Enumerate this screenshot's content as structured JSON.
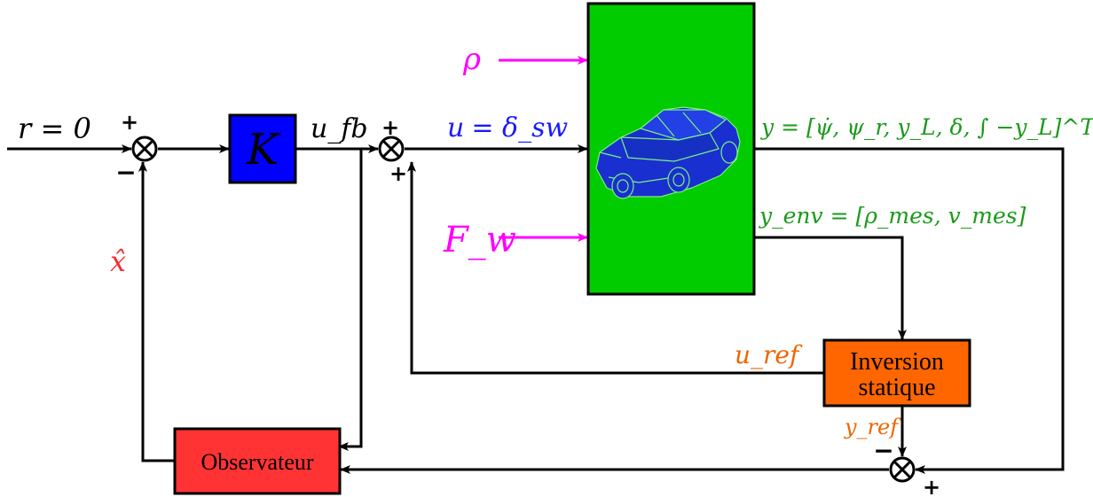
{
  "labels": {
    "reference": "r = 0",
    "controller_gain": "K",
    "feedback_control": "u_fb",
    "control_input_u": "u",
    "control_input_rhs": "= δ_sw",
    "disturbance_rho": "ρ",
    "disturbance_wind": "F_w",
    "measured_output": "y = [ψ̇, ψ_r, y_L, δ, ∫ −y_L]^T",
    "environment_output": "y_env = [ρ_mes, v_mes]",
    "feedforward_control": "u_ref",
    "reference_output": "y_ref",
    "state_estimate": "x̂",
    "observer": "Observateur",
    "inversion_line1": "Inversion",
    "inversion_line2": "statique"
  },
  "signs": {
    "sum1_top": "+",
    "sum1_bottom": "−",
    "sum2_top": "+",
    "sum2_bottom": "+",
    "sum3_top": "−",
    "sum3_bottom": "+"
  },
  "colors": {
    "line": "#000000",
    "controller_fill": "#0000ff",
    "plant_fill": "#00cc00",
    "observer_fill": "#ff3333",
    "inversion_fill": "#ff6600",
    "magenta": "#ff00ff",
    "blue_text": "#1a1aff",
    "green_text": "#1a9a1a",
    "red_text": "#ee3333",
    "orange_text": "#ee6600",
    "car_body": "#1a2fd0"
  },
  "icons": {
    "plant": "car-icon"
  }
}
